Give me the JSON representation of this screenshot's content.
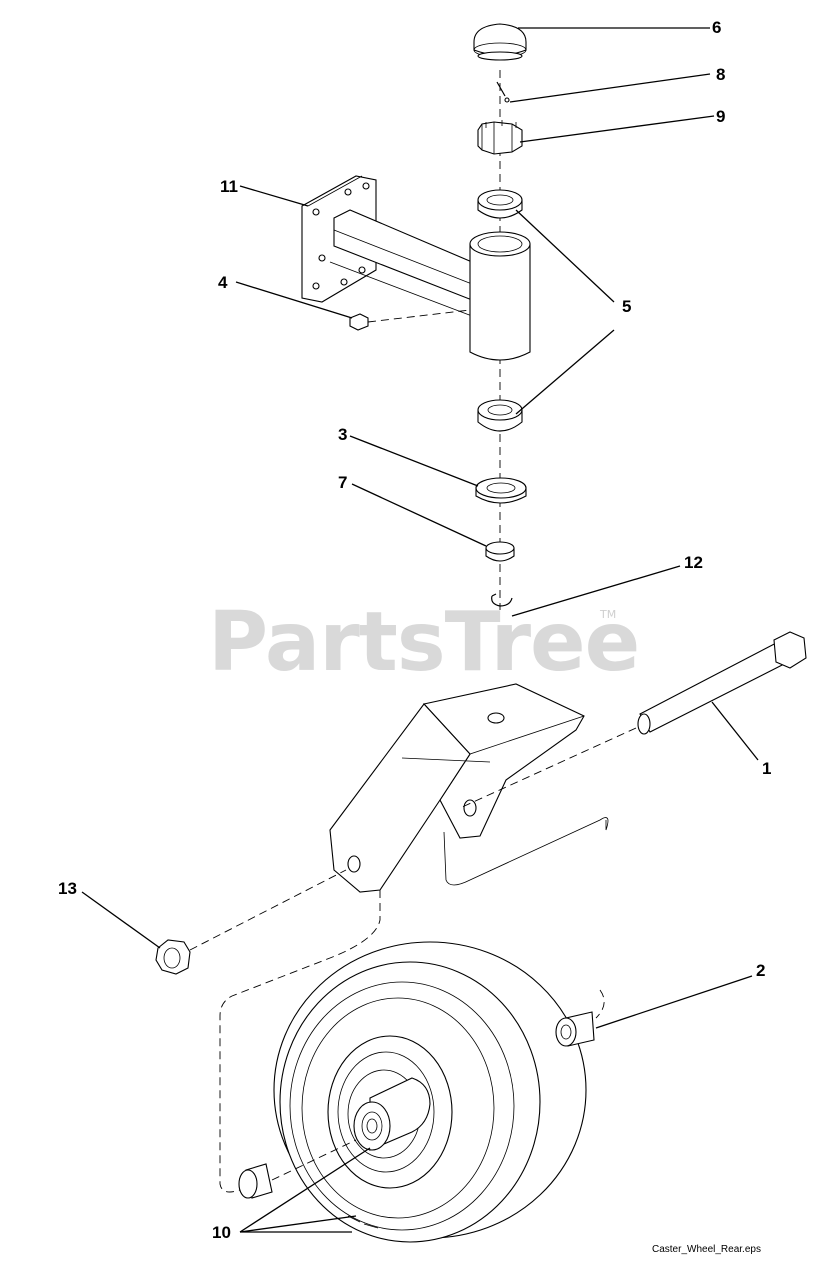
{
  "watermark": {
    "text": "PartsTree",
    "trademark": "TM"
  },
  "callouts": {
    "c1": "1",
    "c2": "2",
    "c3": "3",
    "c4": "4",
    "c5": "5",
    "c6": "6",
    "c7": "7",
    "c8": "8",
    "c9": "9",
    "c10": "10",
    "c11": "11",
    "c12": "12",
    "c13": "13"
  },
  "file_label": "Caster_Wheel_Rear.eps"
}
